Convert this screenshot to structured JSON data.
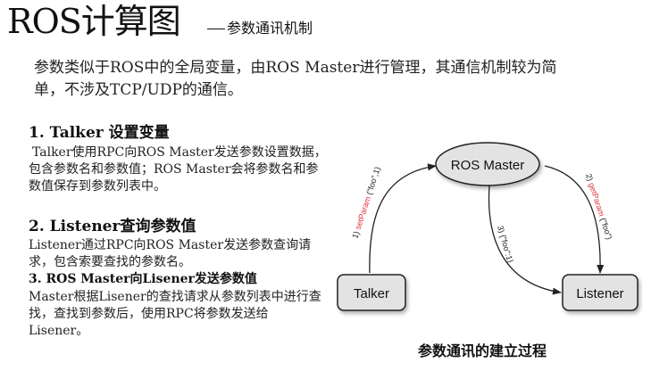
{
  "title": {
    "main": "ROS计算图",
    "sub": "参数通讯机制"
  },
  "intro": "参数类似于ROS中的全局变量，由ROS Master进行管理，其通信机制较为简单，不涉及TCP/UDP的通信。",
  "sections": [
    {
      "heading": "1. Talker 设置变量",
      "body": "Talker使用RPC向ROS Master发送参数设置数据，包含参数名和参数值；ROS Master会将参数名和参数值保存到参数列表中。"
    },
    {
      "heading": "2. Listener查询参数值",
      "body": "Listener通过RPC向ROS Master发送参数查询请求，包含索要查找的参数名。"
    },
    {
      "heading": "3. ROS Master向Lisener发送参数值",
      "body": "Master根据Lisener的查找请求从参数列表中进行查找，查找到参数后，使用RPC将参数发送给Lisener。"
    }
  ],
  "diagram": {
    "nodes": {
      "master": "ROS Master",
      "talker": "Talker",
      "listener": "Listener"
    },
    "edges": {
      "e1_index": "1) ",
      "e1_call": "setParam",
      "e1_args": " (\"foo\",1)",
      "e2_index": "2) ",
      "e2_call": "getParam",
      "e2_args": " (\"foo\")",
      "e3_label": "3) {\"foo\":1}"
    },
    "colors": {
      "call": "#e0323b",
      "node_fill": "#e3e3e3",
      "stroke": "#222222"
    }
  },
  "caption": "参数通讯的建立过程"
}
